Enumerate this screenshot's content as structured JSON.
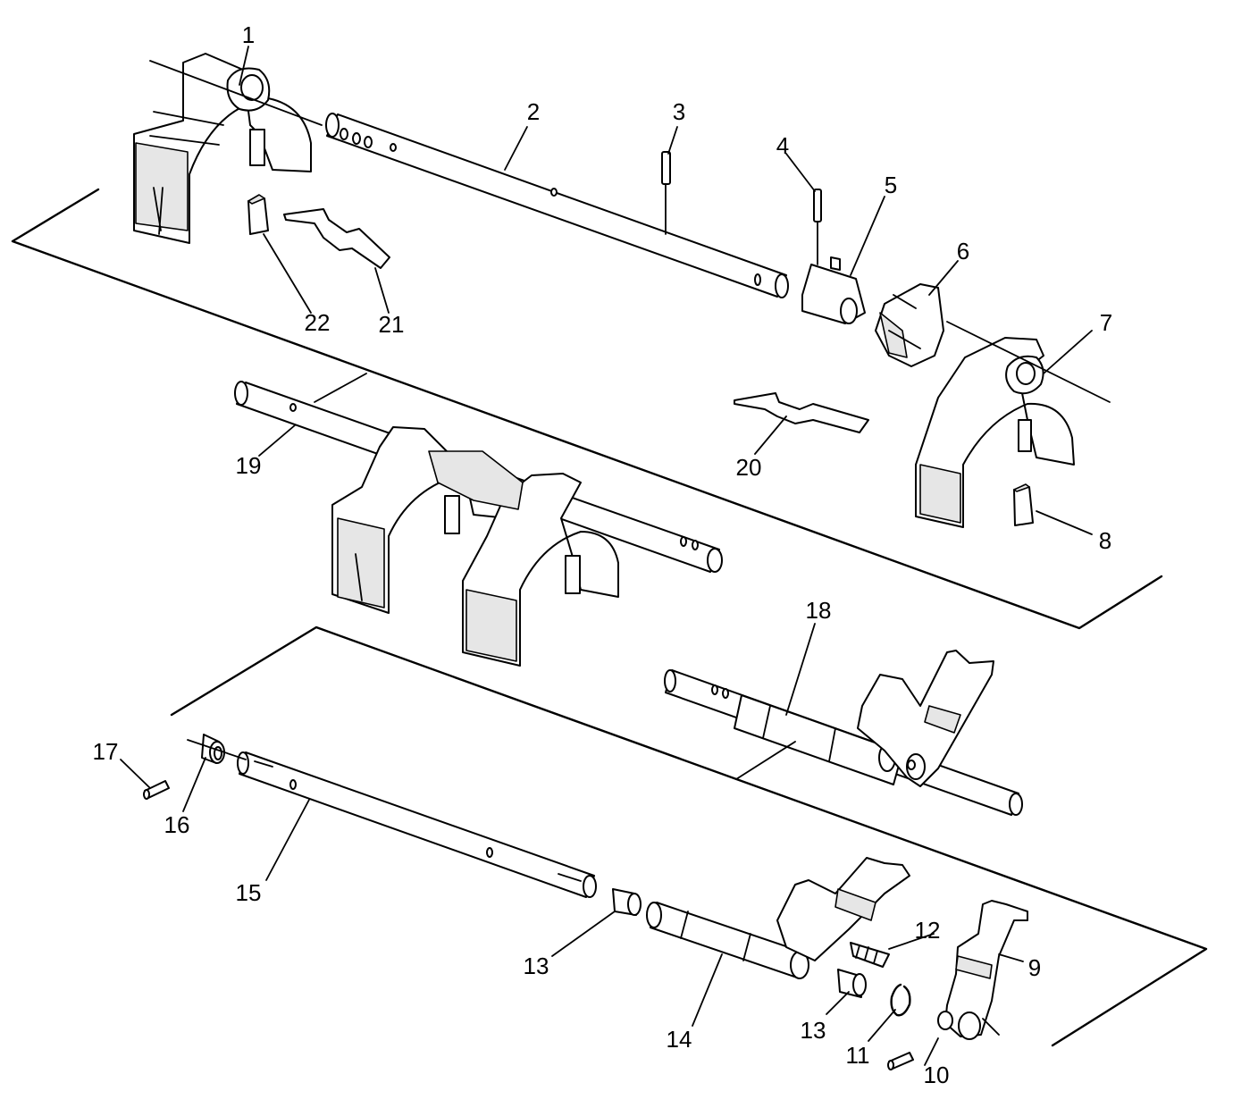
{
  "callouts": [
    "1",
    "2",
    "3",
    "4",
    "5",
    "6",
    "7",
    "8",
    "9",
    "10",
    "11",
    "12",
    "13",
    "13",
    "14",
    "15",
    "16",
    "17",
    "18",
    "19",
    "20",
    "21",
    "22"
  ]
}
